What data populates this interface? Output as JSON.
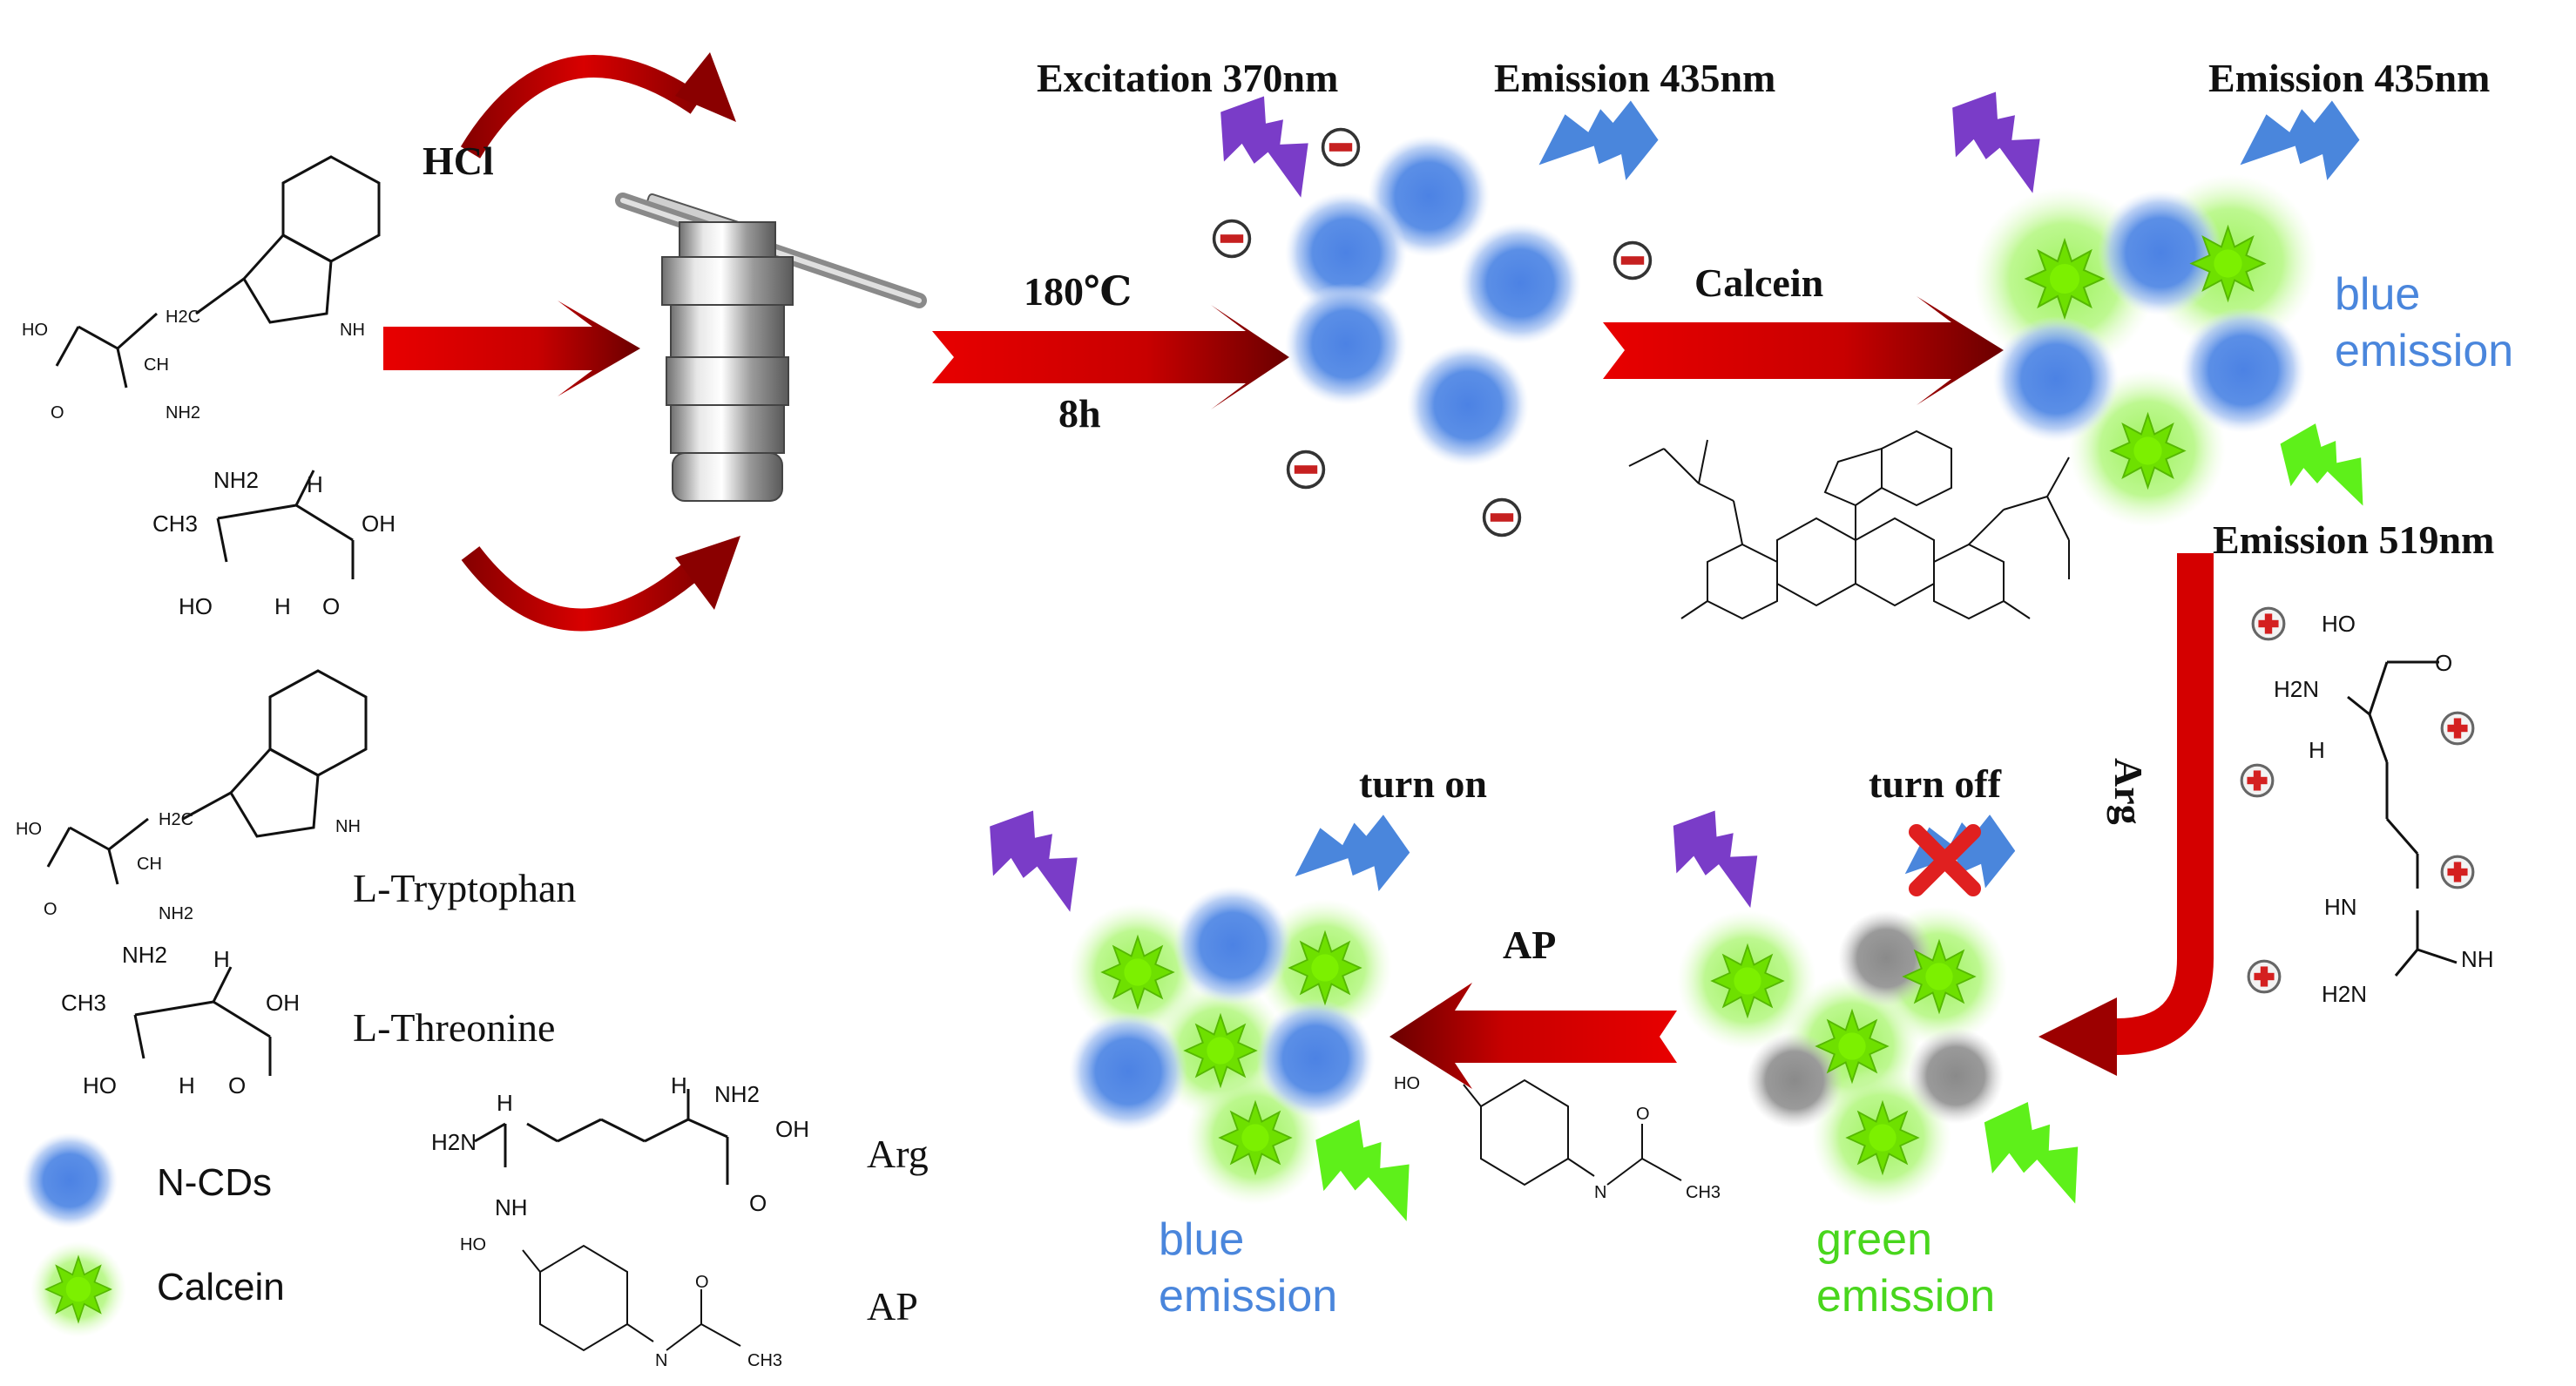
{
  "labels": {
    "hcl": "HCl",
    "temp": "180℃",
    "time": "8h",
    "excitation": "Excitation 370nm",
    "emission_435_a": "Emission 435nm",
    "emission_435_b": "Emission 435nm",
    "emission_519": "Emission 519nm",
    "calcein": "Calcein",
    "arg": "Arg",
    "ap": "AP",
    "turn_off": "turn off",
    "turn_on": "turn on"
  },
  "emission_text": {
    "top_blue_1": "blue",
    "top_blue_2": "emission",
    "bottom_blue_1": "blue",
    "bottom_blue_2": "emission",
    "green_1": "green",
    "green_2": "emission"
  },
  "legend": {
    "tryptophan": "L-Tryptophan",
    "threonine": "L-Threonine",
    "arg": "Arg",
    "ap": "AP",
    "ncds": "N-CDs",
    "calcein": "Calcein"
  },
  "atoms": {
    "ho": "HO",
    "oh": "OH",
    "o": "O",
    "nh": "NH",
    "nh2": "NH2",
    "n": "N",
    "h": "H",
    "h2c": "H2C",
    "ch": "CH",
    "ch3": "CH3",
    "h2n": "H2N",
    "hn": "HN",
    "nh_eq": "NH"
  },
  "colors": {
    "arrow_red": "#d40000",
    "arrow_dark": "#7a0000",
    "ncd_blue": "#5b8fe6",
    "calcein_green": "#7cf000",
    "violet": "#7a3cc8",
    "emit_blue": "#4a86dc",
    "emit_green": "#5ef01a"
  },
  "icons": {
    "negative_charge": "minus-circle-icon",
    "positive_charge": "plus-circle-icon",
    "light": "lightning-bolt-icon",
    "reactor": "autoclave-icon",
    "quench": "red-cross-icon"
  }
}
